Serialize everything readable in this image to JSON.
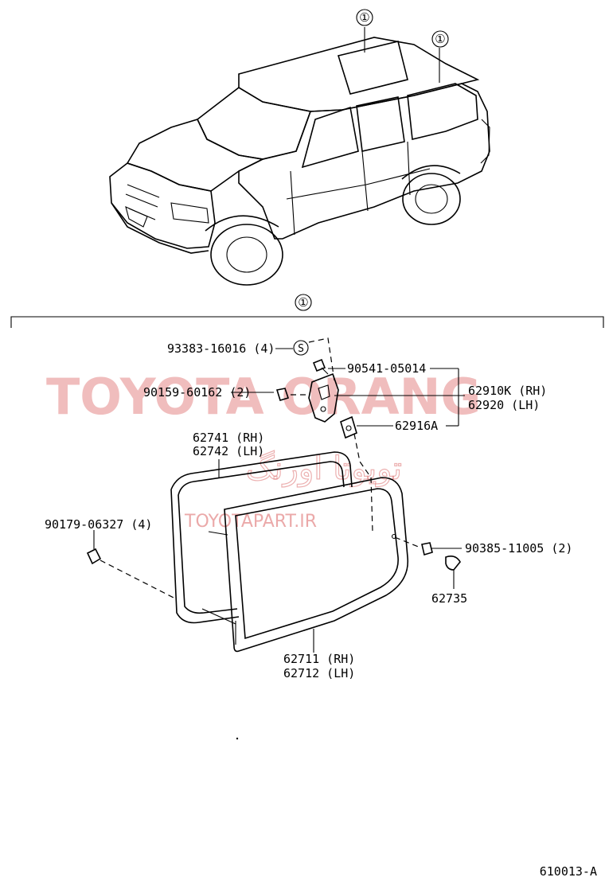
{
  "callouts": {
    "roof_glass": "①",
    "side_glass": "①",
    "section": "①",
    "seal_mark": "S"
  },
  "parts": {
    "screw_93383": "93383-16016 (4)",
    "bolt_90541": "90541-05014",
    "bolt_90159": "90159-60162 (2)",
    "hinge_rh": "62910K (RH)",
    "hinge_lh": "62920  (LH)",
    "pad": "62916A",
    "weatherstrip_rh": "62741 (RH)",
    "weatherstrip_lh": "62742 (LH)",
    "nut_90179": "90179-06327 (4)",
    "nut_90385": "90385-11005 (2)",
    "cap": "62735",
    "glass_rh": "62711 (RH)",
    "glass_lh": "62712 (LH)"
  },
  "watermarks": {
    "brand": "TOYOTA ORANG",
    "persian": "تویوتا اورنگ",
    "url": "TOYOTAPART.IR"
  },
  "figure_code": "610013-A"
}
